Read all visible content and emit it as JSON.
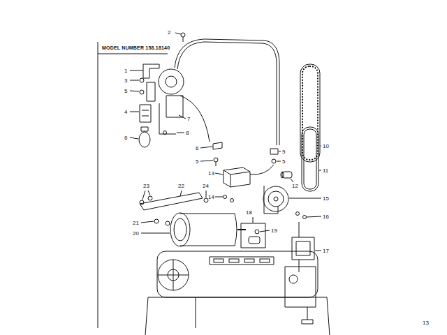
{
  "diagram": {
    "title": "MODEL NUMBER 158.18140",
    "labels": [
      "2",
      "1",
      "3",
      "5",
      "4",
      "7",
      "8",
      "6",
      "6",
      "10",
      "9",
      "5",
      "5",
      "11",
      "13",
      "12",
      "23",
      "22",
      "24",
      "14",
      "15",
      "18",
      "16",
      "21",
      "19",
      "20",
      "17",
      "13"
    ]
  }
}
